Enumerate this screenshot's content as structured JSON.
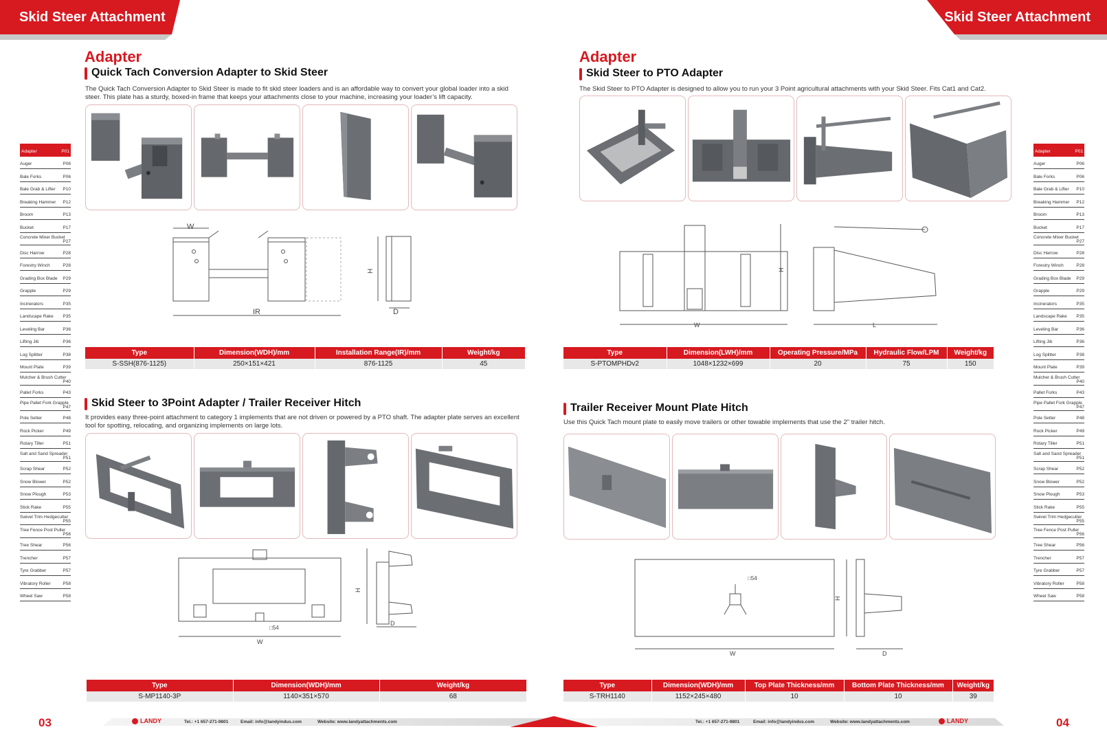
{
  "header": {
    "left_tab": "Skid Steer Attachment",
    "right_tab": "Skid Steer Attachment"
  },
  "left_page": {
    "section_title": "Adapter",
    "product1": {
      "title": "Quick Tach Conversion Adapter to Skid Steer",
      "description": "The Quick Tach Conversion Adapter to Skid Steer is made to fit skid steer loaders and is an affordable way to convert your global loader into a skid steer. This plate has a sturdy, boxed-in frame that keeps your attachments close to your machine, increasing your loader’s lift capacity.",
      "dims": {
        "w": "W",
        "h": "H",
        "ir": "IR",
        "d": "D"
      },
      "table": {
        "headers": [
          "Type",
          "Dimension(WDH)/mm",
          "Installation Range(IR)/mm",
          "Weight/kg"
        ],
        "rows": [
          [
            "S-SSH(876-1125)",
            "250×151×421",
            "876-1125",
            "45"
          ]
        ]
      }
    },
    "product2": {
      "title": "Skid Steer to 3Point Adapter / Trailer Receiver Hitch",
      "description": "It provides easy three-point attachment to category 1 implements that are not driven or powered by a PTO shaft. The adapter plate serves an excellent tool for spotting, relocating, and organizing implements on large lots.",
      "dims": {
        "w": "W",
        "h": "H",
        "d": "D",
        "sq": "□54"
      },
      "table": {
        "headers": [
          "Type",
          "Dimension(WDH)/mm",
          "Weight/kg"
        ],
        "rows": [
          [
            "S-MP1140-3P",
            "1140×351×570",
            "68"
          ]
        ]
      }
    },
    "page_number": "03"
  },
  "right_page": {
    "section_title": "Adapter",
    "product1": {
      "title": "Skid Steer to PTO Adapter",
      "description": "The Skid Steer to PTO Adapter is designed to allow you to run your 3 Point agricultural attachments with your Skid Steer. Fits Cat1 and Cat2.",
      "dims": {
        "w": "W",
        "h": "H",
        "l": "L"
      },
      "table": {
        "headers": [
          "Type",
          "Dimension(LWH)/mm",
          "Operating Pressure/MPa",
          "Hydraulic Flow/LPM",
          "Weight/kg"
        ],
        "rows": [
          [
            "S-PTOMPHDv2",
            "1048×1232×699",
            "20",
            "75",
            "150"
          ]
        ]
      }
    },
    "product2": {
      "title": "Trailer Receiver Mount Plate Hitch",
      "description": "Use this Quick Tach mount plate to easily move trailers or other towable implements that use the 2\" trailer hitch.",
      "dims": {
        "w": "W",
        "h": "H",
        "d": "D",
        "sq": "□54"
      },
      "table": {
        "headers": [
          "Type",
          "Dimension(WDH)/mm",
          "Top Plate Thickness/mm",
          "Bottom Plate Thickness/mm",
          "Weight/kg"
        ],
        "rows": [
          [
            "S-TRH1140",
            "1152×245×480",
            "10",
            "10",
            "39"
          ]
        ]
      }
    },
    "page_number": "04"
  },
  "nav": [
    {
      "label": "Adapter",
      "page": "P01",
      "active": true
    },
    {
      "label": "Auger",
      "page": "P06"
    },
    {
      "label": "Bale Forks",
      "page": "P06"
    },
    {
      "label": "Bale Grab & Lifter",
      "page": "P10"
    },
    {
      "label": "Breaking Hammer",
      "page": "P12"
    },
    {
      "label": "Broom",
      "page": "P13"
    },
    {
      "label": "Bucket",
      "page": "P17"
    },
    {
      "label": "Concrete Mixer Bucket",
      "page": "P27",
      "two_line": true
    },
    {
      "label": "Disc Harrow",
      "page": "P28"
    },
    {
      "label": "Forestry Winch",
      "page": "P28"
    },
    {
      "label": "Grading Box Blade",
      "page": "P29"
    },
    {
      "label": "Grapple",
      "page": "P29"
    },
    {
      "label": "Incinerators",
      "page": "P35"
    },
    {
      "label": "Landscape Rake",
      "page": "P35"
    },
    {
      "label": "Leveling Bar",
      "page": "P36"
    },
    {
      "label": "Lifting Jib",
      "page": "P36"
    },
    {
      "label": "Log Splitter",
      "page": "P38"
    },
    {
      "label": "Mount Plate",
      "page": "P39"
    },
    {
      "label": "Mulcher & Brush Cutter",
      "page": "P40",
      "two_line": true
    },
    {
      "label": "Pallet Forks",
      "page": "P43"
    },
    {
      "label": "Pipe Pallet Fork Grapple",
      "page": "P47",
      "two_line": true
    },
    {
      "label": "Pole Setter",
      "page": "P48"
    },
    {
      "label": "Rock Picker",
      "page": "P49"
    },
    {
      "label": "Rotary Tiller",
      "page": "P51"
    },
    {
      "label": "Salt and Sand Spreader",
      "page": "P51",
      "two_line": true
    },
    {
      "label": "Scrap Shear",
      "page": "P52"
    },
    {
      "label": "Snow Blower",
      "page": "P52"
    },
    {
      "label": "Snow Plough",
      "page": "P53"
    },
    {
      "label": "Stick Rake",
      "page": "P55"
    },
    {
      "label": "Swivel Trim Hedgecutter",
      "page": "P55",
      "two_line": true
    },
    {
      "label": "Tree Fence Post Puller",
      "page": "P56",
      "two_line": true
    },
    {
      "label": "Tree Shear",
      "page": "P56"
    },
    {
      "label": "Trencher",
      "page": "P57"
    },
    {
      "label": "Tyre Grabber",
      "page": "P57"
    },
    {
      "label": "Vibratory Roller",
      "page": "P58"
    },
    {
      "label": "Wheel Saw",
      "page": "P58"
    }
  ],
  "footer": {
    "brand": "LANDY",
    "tel": "Tel.: +1 657-271-9801",
    "email": "Email: info@landyindus.com",
    "website": "Website: www.landyattachments.com"
  },
  "colors": {
    "accent": "#d71920",
    "steel": "#6b6e72",
    "table_row": "#e8e8e8"
  }
}
